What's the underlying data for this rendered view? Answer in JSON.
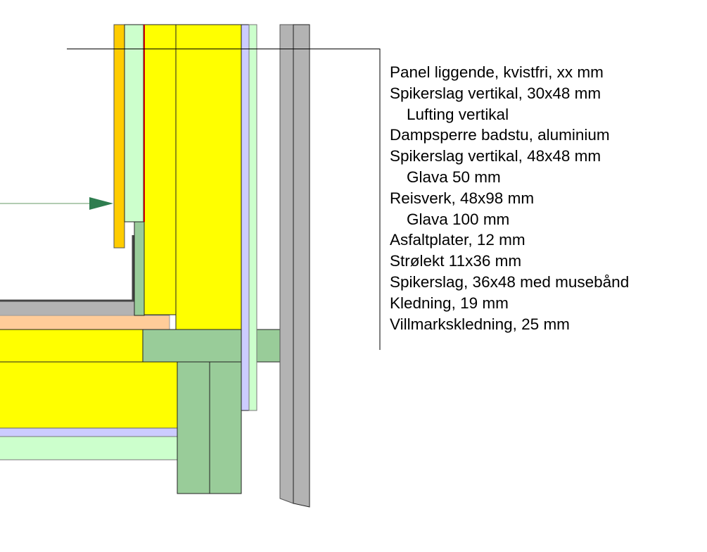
{
  "legend": {
    "items": [
      {
        "label": "Panel liggende, kvistfri, xx mm",
        "indent": false
      },
      {
        "label": "Spikerslag vertikal, 30x48 mm",
        "indent": false
      },
      {
        "label": "Lufting vertikal",
        "indent": true
      },
      {
        "label": "Dampsperre badstu, aluminium",
        "indent": false
      },
      {
        "label": "Spikerslag vertikal, 48x48 mm",
        "indent": false
      },
      {
        "label": "Glava 50 mm",
        "indent": true
      },
      {
        "label": "Reisverk, 48x98 mm",
        "indent": false
      },
      {
        "label": "Glava 100 mm",
        "indent": true
      },
      {
        "label": "Asfaltplater, 12 mm",
        "indent": false
      },
      {
        "label": "Strølekt 11x36 mm",
        "indent": false
      },
      {
        "label": "Spikerslag, 36x48 med musebånd",
        "indent": false
      },
      {
        "label": "Kledning, 19 mm",
        "indent": false
      },
      {
        "label": "Villmarkskledning, 25 mm",
        "indent": false
      }
    ]
  },
  "colors": {
    "panel": "#ffcc00",
    "insulation": "#ffff00",
    "light_green": "#ccffcc",
    "wood": "#99cc99",
    "lavender": "#ccccff",
    "gray": "#b3b3b3",
    "peach": "#ffcc99",
    "vapor_barrier": "#cc0000",
    "arrow": "#2e7d4f"
  }
}
